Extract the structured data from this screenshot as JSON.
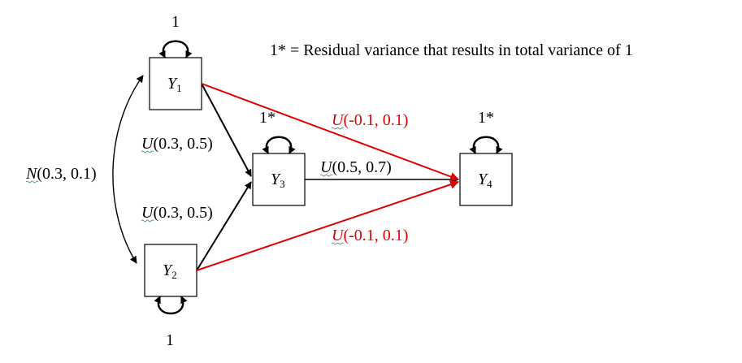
{
  "note": "1* = Residual variance that results in total variance of 1",
  "colors": {
    "black": "#000000",
    "red": "#e00000"
  },
  "nodes": {
    "y1": {
      "letter": "Y",
      "sub": "1",
      "variance": "1"
    },
    "y2": {
      "letter": "Y",
      "sub": "2",
      "variance": "1"
    },
    "y3": {
      "letter": "Y",
      "sub": "3",
      "variance": "1*"
    },
    "y4": {
      "letter": "Y",
      "sub": "4",
      "variance": "1*"
    }
  },
  "paths": {
    "y1_y2_cov": {
      "dist": "N",
      "params": "(0.3, 0.1)"
    },
    "y1_y3": {
      "dist": "U",
      "params": "(0.3, 0.5)"
    },
    "y2_y3": {
      "dist": "U",
      "params": "(0.3, 0.5)"
    },
    "y3_y4": {
      "dist": "U",
      "params": "(0.5, 0.7)"
    },
    "y1_y4": {
      "dist": "U",
      "params": "(-0.1, 0.1)"
    },
    "y2_y4": {
      "dist": "U",
      "params": "(-0.1, 0.1)"
    }
  }
}
